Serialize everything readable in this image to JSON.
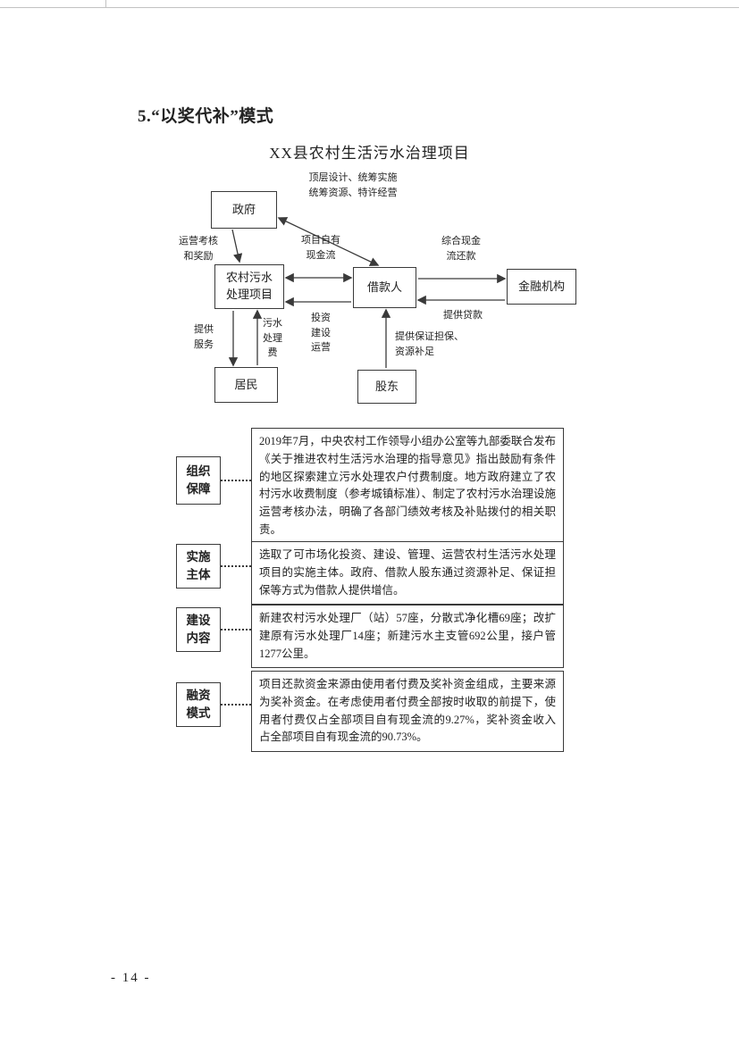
{
  "page": {
    "heading": "5.“以奖代补”模式",
    "diagram_title": "XX县农村生活污水治理项目",
    "page_number": "- 14 -"
  },
  "flowchart": {
    "nodes": {
      "government": "政府",
      "project": "农村污水\n处理项目",
      "borrower": "借款人",
      "financial_institution": "金融机构",
      "residents": "居民",
      "shareholders": "股东"
    },
    "edge_labels": {
      "top_level_design": "顶层设计、统筹实施\n统筹资源、特许经营",
      "operation_assessment": "运营考核\n和奖励",
      "project_cash_flow": "项目自有\n现金流",
      "comprehensive_repayment": "综合现金\n流还款",
      "provide_loan": "提供贷款",
      "invest_build_operate": "投资\n建设\n运营",
      "sewage_treatment_fee": "污水\n处理\n费",
      "provide_service": "提供\n服务",
      "guarantee_supplement": "提供保证担保、\n资源补足"
    }
  },
  "sections": [
    {
      "label": "组织\n保障",
      "content": "2019年7月，中央农村工作领导小组办公室等九部委联合发布《关于推进农村生活污水治理的指导意见》指出鼓励有条件的地区探索建立污水处理农户付费制度。地方政府建立了农村污水收费制度（参考城镇标准）、制定了农村污水治理设施运营考核办法，明确了各部门绩效考核及补贴拨付的相关职责。"
    },
    {
      "label": "实施\n主体",
      "content": "选取了可市场化投资、建设、管理、运营农村生活污水处理项目的实施主体。政府、借款人股东通过资源补足、保证担保等方式为借款人提供增信。"
    },
    {
      "label": "建设\n内容",
      "content": "新建农村污水处理厂（站）57座，分散式净化槽69座；改扩建原有污水处理厂14座；新建污水主支管692公里，接户管1277公里。"
    },
    {
      "label": "融资\n模式",
      "content": "项目还款资金来源由使用者付费及奖补资金组成，主要来源为奖补资金。在考虑使用者付费全部按时收取的前提下，使用者付费仅占全部项目自有现金流的9.27%，奖补资金收入占全部项目自有现金流的90.73%。"
    }
  ]
}
